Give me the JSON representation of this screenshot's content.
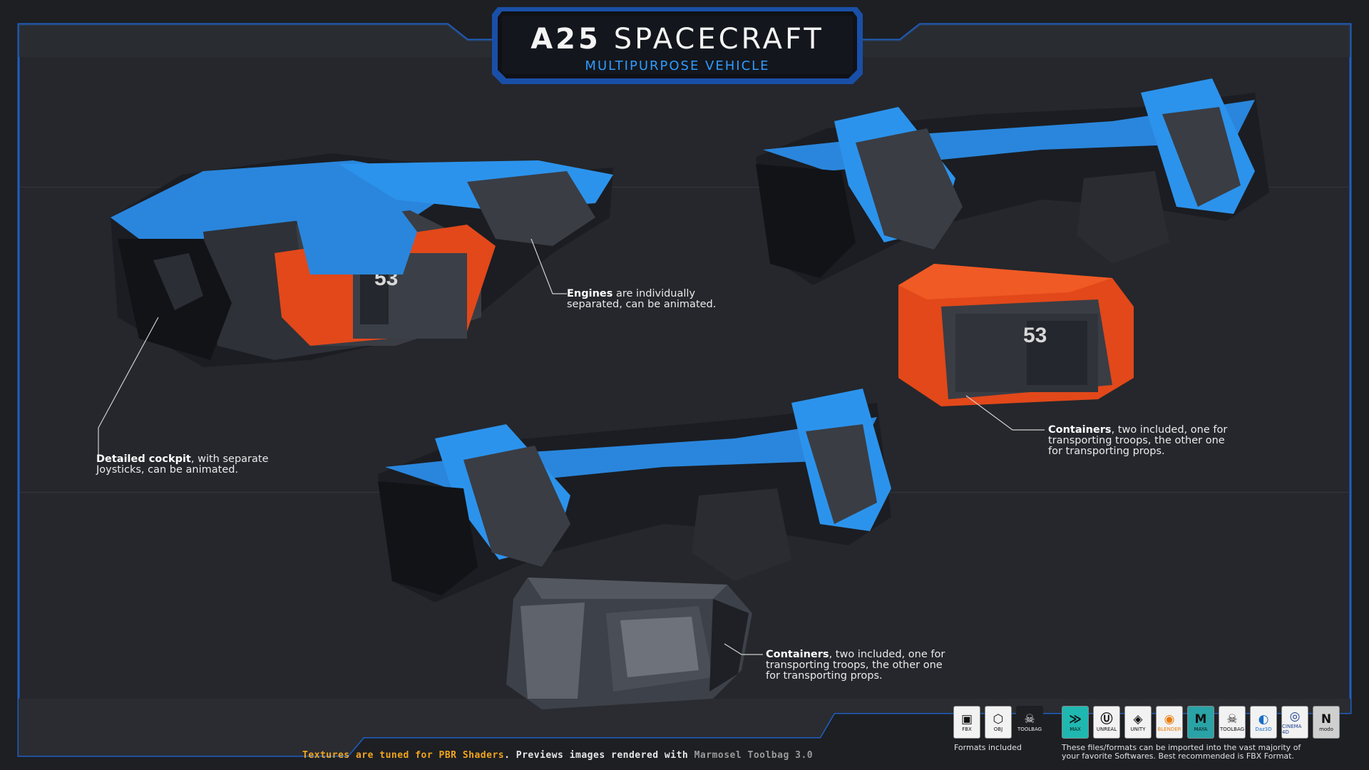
{
  "header": {
    "title_bold": "A25",
    "title_light": "SPACECRAFT",
    "subtitle": "MULTIPURPOSE VEHICLE"
  },
  "colors": {
    "accent_blue": "#1f6fd6",
    "hull_blue": "#2a86dc",
    "hull_orange": "#e2481a",
    "footer_yellow": "#f3a51b"
  },
  "callouts": {
    "engines": {
      "bold": "Engines",
      "line1": " are individually",
      "line2": "separated, can be animated."
    },
    "cockpit": {
      "bold": "Detailed cockpit",
      "line1": ", with separate",
      "line2": "Joysticks, can be animated."
    },
    "containers_top": {
      "bold": "Containers",
      "line1": ", two included, one for",
      "line2": "transporting troops, the other one",
      "line3": "for transporting  props."
    },
    "containers_bottom": {
      "bold": "Containers",
      "line1": ", two included, one for",
      "line2": "transporting troops, the other one",
      "line3": "for transporting  props."
    }
  },
  "container_number": "53",
  "footer": {
    "part1": "Textures are tuned for PBR Shaders",
    "part2": ". Previews images rendered with ",
    "part3": "Marmosel Toolbag 3.0"
  },
  "formats": {
    "caption": "Formats included",
    "icons": [
      {
        "name": "fbx-icon",
        "label": "FBX"
      },
      {
        "name": "obj-icon",
        "label": "OBJ"
      },
      {
        "name": "marmoset-toolbag-icon",
        "label": "TOOLBAG"
      }
    ]
  },
  "software": {
    "caption_line1": "These files/formats can be imported into the vast majority of",
    "caption_line2": "your favorite Softwares. Best recommended is FBX Format.",
    "icons": [
      {
        "name": "3ds-max-icon",
        "label": "MAX",
        "color": "#1fb8b0"
      },
      {
        "name": "unreal-engine-icon",
        "label": "UNREAL",
        "color": "#f2f2f2"
      },
      {
        "name": "unity-icon",
        "label": "UNITY",
        "color": "#f2f2f2"
      },
      {
        "name": "blender-icon",
        "label": "BLENDER",
        "color": "#f2f2f2"
      },
      {
        "name": "maya-icon",
        "label": "MAYA",
        "color": "#29a3a6"
      },
      {
        "name": "marmoset-icon",
        "label": "TOOLBAG",
        "color": "#f2f2f2"
      },
      {
        "name": "daz3d-icon",
        "label": "Daz3D",
        "color": "#f2f2f2"
      },
      {
        "name": "cinema4d-icon",
        "label": "CINEMA 4D",
        "color": "#f2f2f2"
      },
      {
        "name": "modo-icon",
        "label": "modo",
        "color": "#cfcfcf"
      }
    ]
  }
}
